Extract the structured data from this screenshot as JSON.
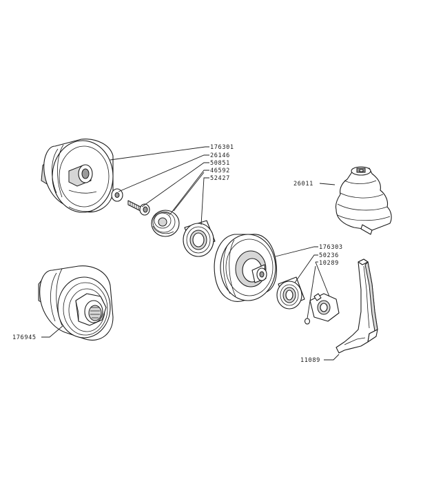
{
  "callouts": {
    "p176301": "176301",
    "p26146": "26146",
    "p50851": "50851",
    "p46592": "46592",
    "p52427": "52427",
    "p26011": "26011",
    "p176303": "176303",
    "p50236": "50236",
    "p10289": "10289",
    "p176945": "176945",
    "p11089": "11089"
  }
}
